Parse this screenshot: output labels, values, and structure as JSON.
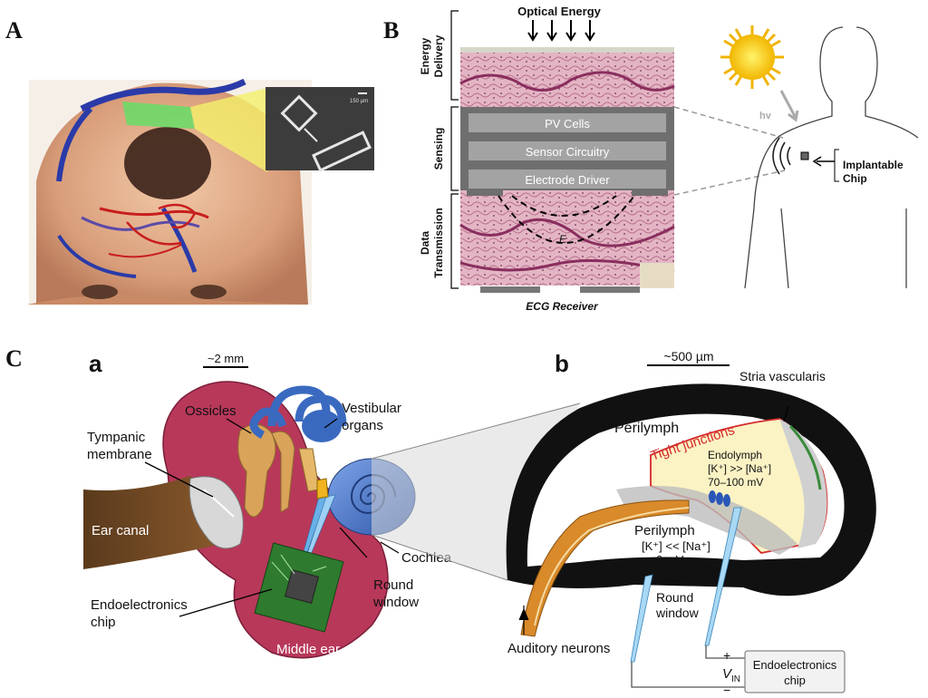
{
  "panels": {
    "A": "A",
    "B": "B",
    "C": "C",
    "a": "a",
    "b": "b"
  },
  "panel_a": {
    "scale_bar": "150 µm"
  },
  "panel_b": {
    "top_label": "Optical Energy",
    "side_labels": {
      "energy_1": "Energy",
      "energy_2": "Delivery",
      "sensing": "Sensing",
      "data_1": "Data",
      "data_2": "Transmission"
    },
    "blocks": [
      "PV Cells",
      "Sensor Circuitry",
      "Electrode Driver"
    ],
    "field_label": "E",
    "receiver": "ECG Receiver",
    "hv": "hv",
    "chip_1": "Implantable",
    "chip_2": "Chip"
  },
  "panel_ca": {
    "scale": "~2 mm",
    "ossicles": "Ossicles",
    "vestibular_1": "Vestibular",
    "vestibular_2": "organs",
    "tympanic_1": "Tympanic",
    "tympanic_2": "membrane",
    "ear_canal": "Ear canal",
    "cochlea": "Cochlea",
    "round_1": "Round",
    "round_2": "window",
    "endo_1": "Endoelectronics",
    "endo_2": "chip",
    "middle_ear": "Middle ear"
  },
  "panel_cb": {
    "scale": "~500 µm",
    "stria": "Stria vascularis",
    "perilymph_top": "Perilymph",
    "tight": "Tight junctions",
    "endolymph": "Endolymph",
    "endo_ions": "[K⁺] >> [Na⁺]",
    "endo_mv": "70–100 mV",
    "perilymph_bottom": "Perilymph",
    "peri_ions": "[K⁺] << [Na⁺]",
    "peri_mv": "0 mV",
    "round_1": "Round",
    "round_2": "window",
    "auditory": "Auditory neurons",
    "vin": "V",
    "vin_sub": "IN",
    "plus": "+",
    "minus": "−",
    "chip_1": "Endoelectronics",
    "chip_2": "chip"
  },
  "colors": {
    "blood_blue": "#2a3aa8",
    "blood_red": "#c81e1e",
    "tissue_pink": "#c9809a",
    "chip_gray": "#8a8a8a",
    "middle_ear": "#b8385a",
    "cochlea_blue": "#4a78c8",
    "ossicle_tan": "#d9a35a"
  }
}
